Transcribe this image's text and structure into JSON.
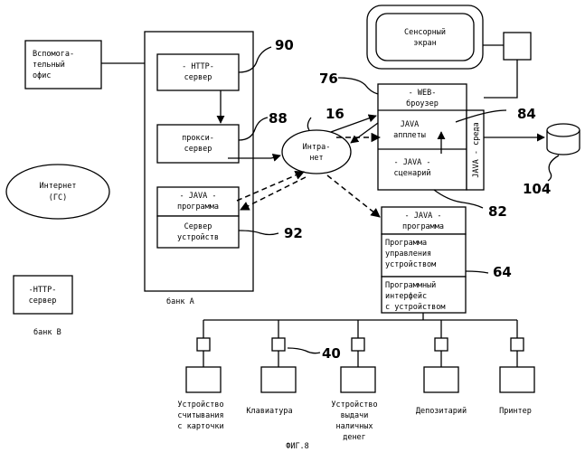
{
  "nodes": {
    "back_office": [
      "Вспомога-",
      "тельный",
      "офис"
    ],
    "internet": [
      "Интернет",
      "(ГС)"
    ],
    "http_server_b": [
      "-HTTP-",
      "сервер"
    ],
    "bank_b": "банк В",
    "bank_a": "банк А",
    "http_server_a": [
      "- HTTP-",
      "сервер"
    ],
    "proxy_server": [
      "прокси-",
      "сервер"
    ],
    "java_program_a": [
      "- JAVA -",
      "программа"
    ],
    "device_server": [
      "Сервер",
      "устройств"
    ],
    "intranet": [
      "Интра-",
      "нет"
    ],
    "touch_screen": [
      "Сенсорный",
      "экран"
    ],
    "web_browser": [
      "- WEB-",
      "броузер"
    ],
    "java_applets": [
      "JAVA",
      "апплеты"
    ],
    "java_scripts": [
      "- JAVA -",
      "сценарий"
    ],
    "java_env": "JAVA - среда",
    "java_program_b": [
      "- JAVA -",
      "программа"
    ],
    "device_mgmt": [
      "Программа",
      "управления",
      "устройством"
    ],
    "device_api": [
      "Программный",
      "интерфейс",
      "с устройством"
    ],
    "card_reader": [
      "Устройство",
      "считывания",
      "с карточки"
    ],
    "keyboard": [
      "Клавиатура"
    ],
    "cash_dispenser": [
      "Устройство",
      "выдачи",
      "наличных",
      "денег"
    ],
    "depository": [
      "Депозитарий"
    ],
    "printer": [
      "Принтер"
    ]
  },
  "ref_numbers": {
    "r90": "90",
    "r88": "88",
    "r92": "92",
    "r16": "16",
    "r76": "76",
    "r84": "84",
    "r82": "82",
    "r104": "104",
    "r64": "64",
    "r40": "40"
  },
  "caption": "ФИГ.8"
}
